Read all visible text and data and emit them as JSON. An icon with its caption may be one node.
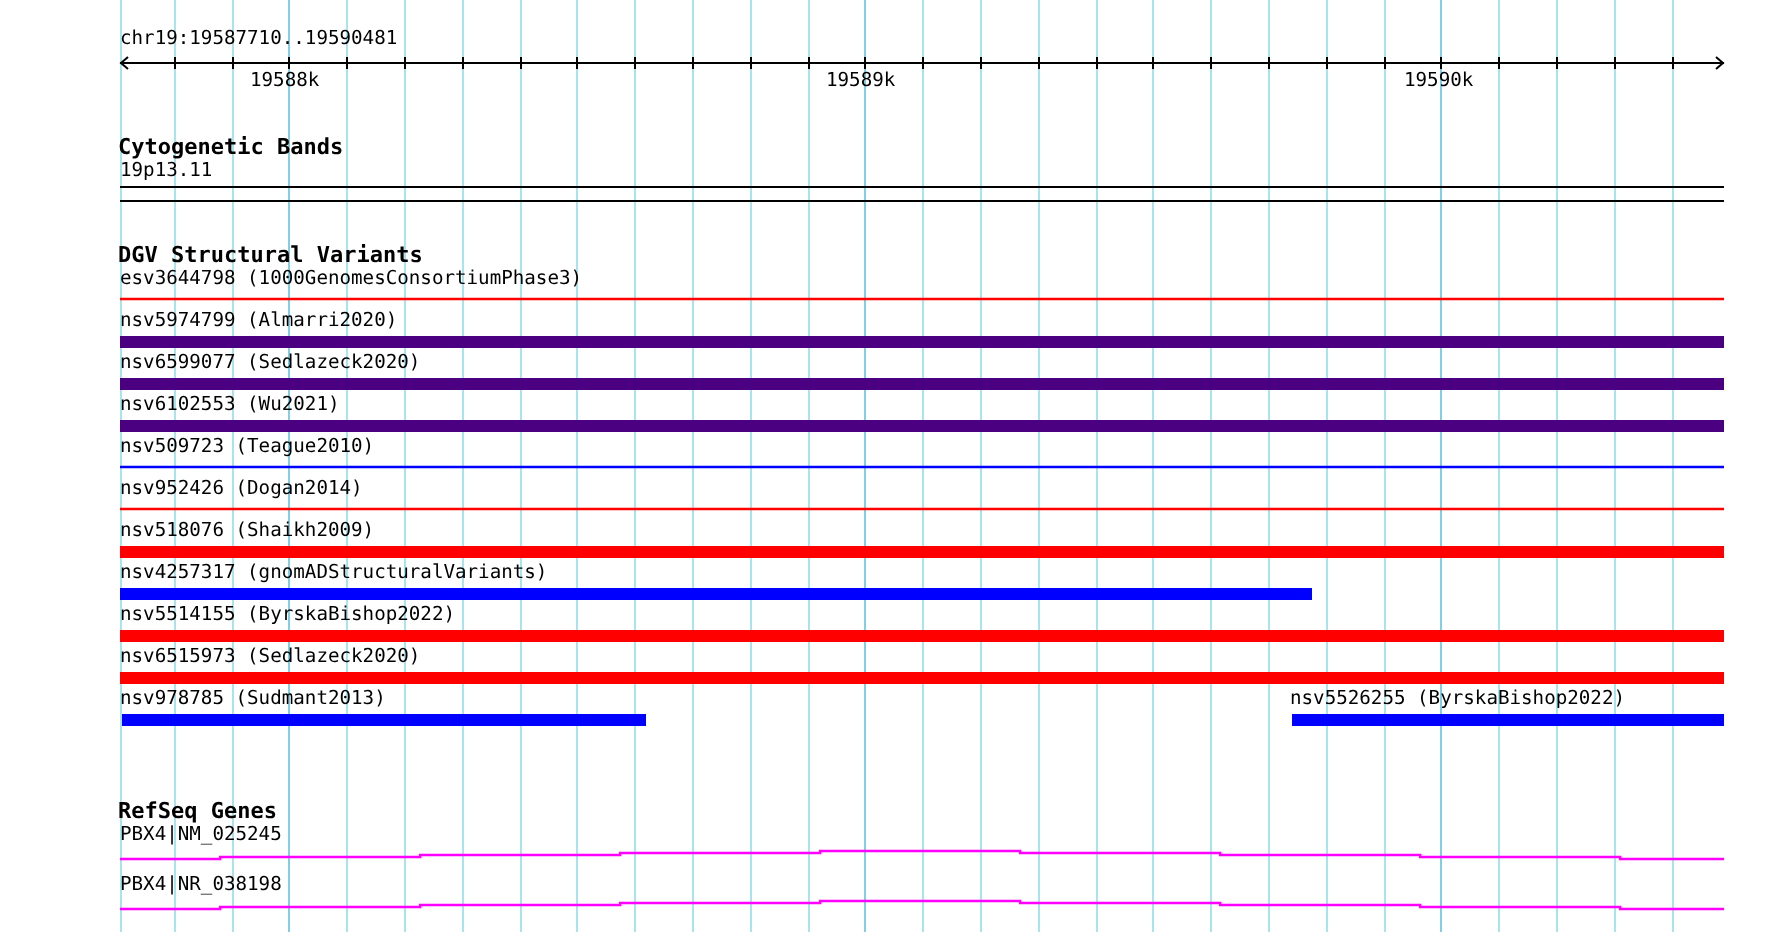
{
  "diagram": {
    "labels": [
      "chr19:19587710..19590481",
      "19588k",
      "19589k",
      "19590k",
      "Cytogenetic Bands",
      "19p13.11",
      "DGV Structural Variants",
      "esv3644798 (1000GenomesConsortiumPhase3)",
      "nsv5974799 (Almarri2020)",
      "nsv6599077 (Sedlazeck2020)",
      "nsv6102553 (Wu2021)",
      "nsv509723 (Teague2010)",
      "nsv952426 (Dogan2014)",
      "nsv518076 (Shaikh2009)",
      "nsv4257317 (gnomADStructuralVariants)",
      "nsv5514155 (ByrskaBishop2022)",
      "nsv6515973 (Sedlazeck2020)",
      "nsv978785 (Sudmant2013)",
      "nsv5526255 (ByrskaBishop2022)",
      "RefSeq Genes",
      "PBX4|NM_025245",
      "PBX4|NR_038198"
    ]
  }
}
